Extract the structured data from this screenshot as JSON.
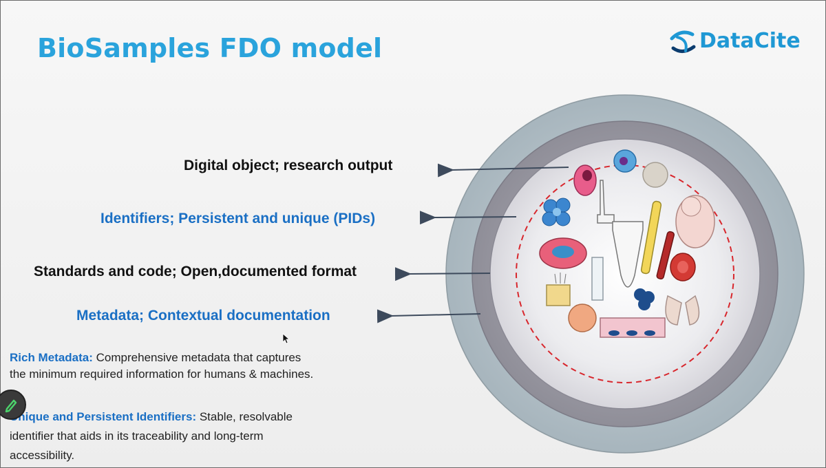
{
  "slide": {
    "title": "BioSamples FDO model"
  },
  "logo": {
    "text": "DataCite"
  },
  "labels": [
    {
      "text": "Digital object; research output",
      "color": "black"
    },
    {
      "text": "Identifiers; Persistent and unique (PIDs)",
      "color": "blue"
    },
    {
      "text": "Standards and code; Open,documented format",
      "color": "black"
    },
    {
      "text": "Metadata; Contextual documentation",
      "color": "blue"
    }
  ],
  "descriptions": [
    {
      "term": "Rich Metadata:",
      "text": " Comprehensive metadata that captures the minimum required information for humans & machines."
    },
    {
      "term": "Unique and Persistent Identifiers:",
      "text": " Stable, resolvable identifier that aids in its traceability and long-term accessibility."
    }
  ],
  "colors": {
    "title": "#2aa3dc",
    "blue_text": "#1a6fc4",
    "outer_ring": "#a9b7bf",
    "middle_ring": "#9c9ba4",
    "dashed_ring": "#d8262c",
    "arrow": "#3d4a5c"
  },
  "icons": [
    "pen-icon",
    "cursor-icon",
    "datacite-logo-icon"
  ]
}
